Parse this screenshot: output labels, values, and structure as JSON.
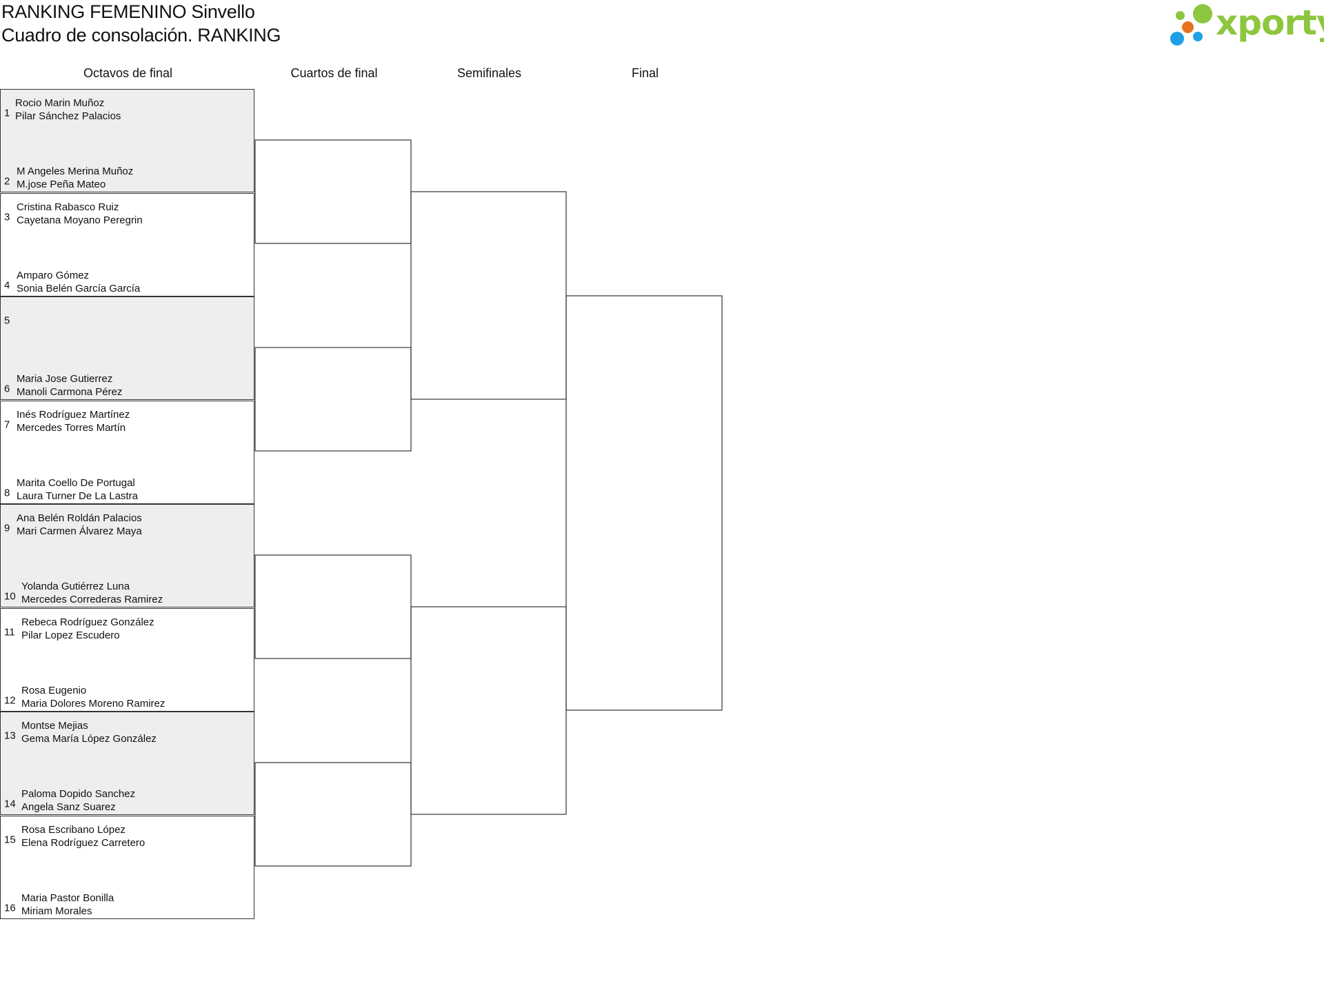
{
  "header": {
    "title": "RANKING FEMENINO Sinvello",
    "subtitle": "Cuadro de consolación. RANKING"
  },
  "logo": {
    "text": "xporty",
    "colors": {
      "green": "#8dc63f",
      "blue": "#1ea0e6",
      "orange": "#e8731e"
    }
  },
  "rounds": [
    "Octavos de final",
    "Cuartos de final",
    "Semifinales",
    "Final"
  ],
  "matches": [
    {
      "shaded": true,
      "top": {
        "seed": "1",
        "players": [
          "Rocio Marin Muñoz",
          "Pilar Sánchez Palacios"
        ]
      },
      "bottom": {
        "seed": "2",
        "players": [
          "M Angeles Merina Muñoz",
          "M.jose Peña Mateo"
        ]
      }
    },
    {
      "shaded": false,
      "top": {
        "seed": "3",
        "players": [
          "Cristina Rabasco Ruiz",
          "Cayetana Moyano Peregrin"
        ]
      },
      "bottom": {
        "seed": "4",
        "players": [
          "Amparo Gómez",
          "Sonia Belén García García"
        ]
      }
    },
    {
      "shaded": true,
      "top": {
        "seed": "5",
        "players": [
          "",
          ""
        ]
      },
      "bottom": {
        "seed": "6",
        "players": [
          "Maria Jose Gutierrez",
          "Manoli Carmona Pérez"
        ]
      }
    },
    {
      "shaded": false,
      "top": {
        "seed": "7",
        "players": [
          "Inés Rodríguez Martínez",
          "Mercedes Torres Martín"
        ]
      },
      "bottom": {
        "seed": "8",
        "players": [
          "Marita Coello De Portugal",
          "Laura Turner De La Lastra"
        ]
      }
    },
    {
      "shaded": true,
      "top": {
        "seed": "9",
        "players": [
          "Ana Belén Roldán Palacios",
          "Mari Carmen Álvarez Maya"
        ]
      },
      "bottom": {
        "seed": "10",
        "players": [
          "Yolanda Gutiérrez Luna",
          "Mercedes Correderas Ramirez"
        ]
      }
    },
    {
      "shaded": false,
      "top": {
        "seed": "11",
        "players": [
          "Rebeca Rodríguez González",
          "Pilar Lopez Escudero"
        ]
      },
      "bottom": {
        "seed": "12",
        "players": [
          "Rosa Eugenio",
          "Maria Dolores Moreno Ramirez"
        ]
      }
    },
    {
      "shaded": true,
      "top": {
        "seed": "13",
        "players": [
          "Montse Mejias",
          "Gema María López González"
        ]
      },
      "bottom": {
        "seed": "14",
        "players": [
          "Paloma Dopido Sanchez",
          "Angela Sanz Suarez"
        ]
      }
    },
    {
      "shaded": false,
      "top": {
        "seed": "15",
        "players": [
          "Rosa Escribano López",
          "Elena Rodríguez Carretero"
        ]
      },
      "bottom": {
        "seed": "16",
        "players": [
          "Maria Pastor Bonilla",
          "Miriam Morales"
        ]
      }
    }
  ]
}
